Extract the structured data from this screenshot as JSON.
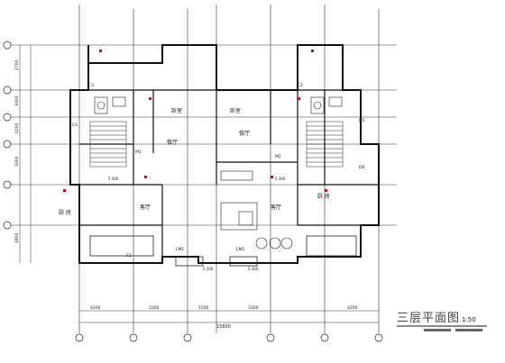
{
  "title": "三层平面图",
  "title_scale": "1:50",
  "room_labels": {
    "kitchen": "厨 房",
    "kitchen_right": "厨 房",
    "living": "客厅",
    "living_right": "客厅",
    "bedroom": "卧室",
    "bedroom_right": "卧室",
    "dining": "餐厅",
    "dining_right": "餐厅"
  },
  "window_codes": [
    "C1",
    "C2",
    "C3",
    "C4",
    "D5",
    "D6",
    "LM1",
    "LM2",
    "M1",
    "M2"
  ],
  "dimensions_bottom": [
    "4200",
    "3300",
    "1500",
    "3300",
    "4200"
  ],
  "dimensions_total": "15600",
  "dimensions_left": [
    "2700",
    "3300",
    "1200",
    "3300",
    "1800"
  ],
  "levels": [
    "5.300",
    "5.300",
    "5.300",
    "5.300"
  ],
  "colors": {
    "ink": "#1a1a1a",
    "accent": "#b5121b",
    "grid": "#333333"
  }
}
